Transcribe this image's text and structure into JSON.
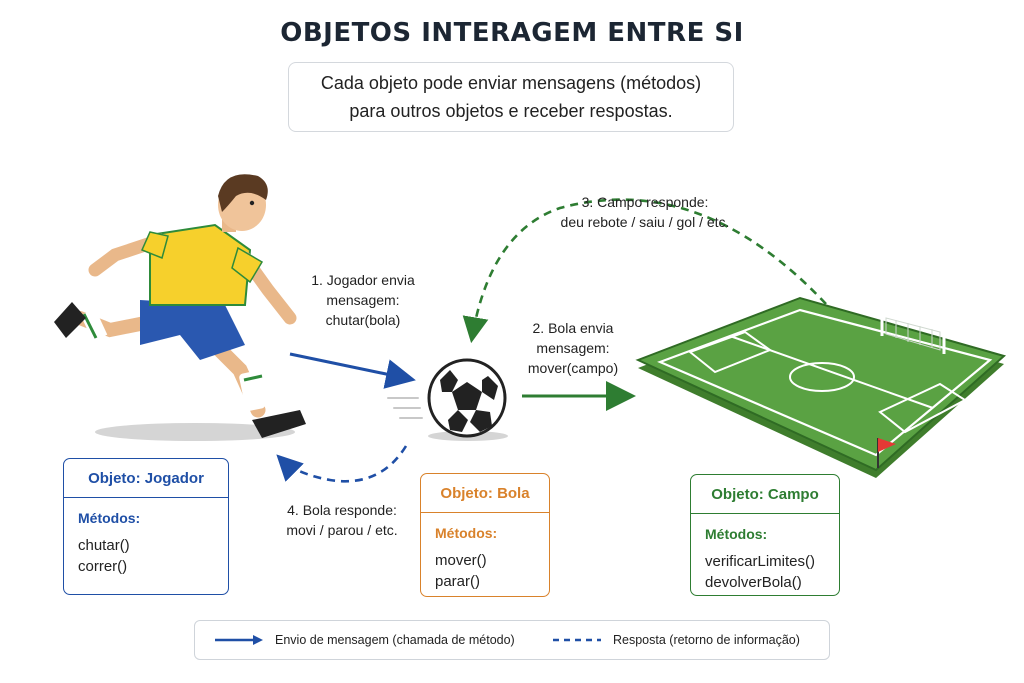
{
  "title": "OBJETOS INTERAGEM ENTRE SI",
  "subtitle": {
    "line1": "Cada objeto pode enviar mensagens (métodos)",
    "line2": "para outros objetos e receber respostas."
  },
  "steps": {
    "step1": [
      "1. Jogador envia",
      "mensagem:",
      "chutar(bola)"
    ],
    "step2": [
      "2. Bola envia",
      "mensagem:",
      "mover(campo)"
    ],
    "step3": [
      "3. Campo responde:",
      "deu rebote / saiu / gol / etc."
    ],
    "step4": [
      "4. Bola responde:",
      "movi / parou / etc."
    ]
  },
  "objects": {
    "jogador": {
      "title": "Objeto: Jogador",
      "methods_label": "Métodos:",
      "methods": [
        "chutar()",
        "correr()"
      ],
      "color": "#1f4fa6"
    },
    "bola": {
      "title": "Objeto: Bola",
      "methods_label": "Métodos:",
      "methods": [
        "mover()",
        "parar()"
      ],
      "color": "#d9822b"
    },
    "campo": {
      "title": "Objeto: Campo",
      "methods_label": "Métodos:",
      "methods": [
        "verificarLimites()",
        "devolverBola()"
      ],
      "color": "#2e7d32"
    }
  },
  "legend": {
    "send": "Envio de mensagem (chamada de método)",
    "reply": "Resposta (retorno de informação)"
  },
  "colors": {
    "blue": "#1f4fa6",
    "green": "#2e7d32",
    "orange": "#d9822b",
    "field": "#4f9a3a"
  }
}
